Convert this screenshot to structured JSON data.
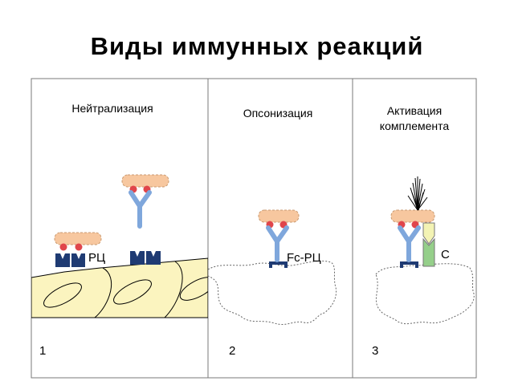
{
  "title": "Виды иммунных реакций",
  "panels": [
    {
      "heading_lines": [
        "Нейтрализация"
      ],
      "receptor_label": "РЦ",
      "number": "1"
    },
    {
      "heading_lines": [
        "Опсонизация"
      ],
      "receptor_label": "Fc-РЦ",
      "number": "2"
    },
    {
      "heading_lines": [
        "Активация",
        "комплемента"
      ],
      "receptor_label": "С",
      "number": "3"
    }
  ],
  "colors": {
    "antigen": "#f7c79f",
    "antigen_sites": "#e0454b",
    "antibody": "#7fa7dc",
    "receptor": "#1f3b73",
    "cell": "#fbf4bf",
    "complement_pale": "#f3f3b4",
    "complement_green": "#95cf8a",
    "border": "#7a7a7a"
  }
}
